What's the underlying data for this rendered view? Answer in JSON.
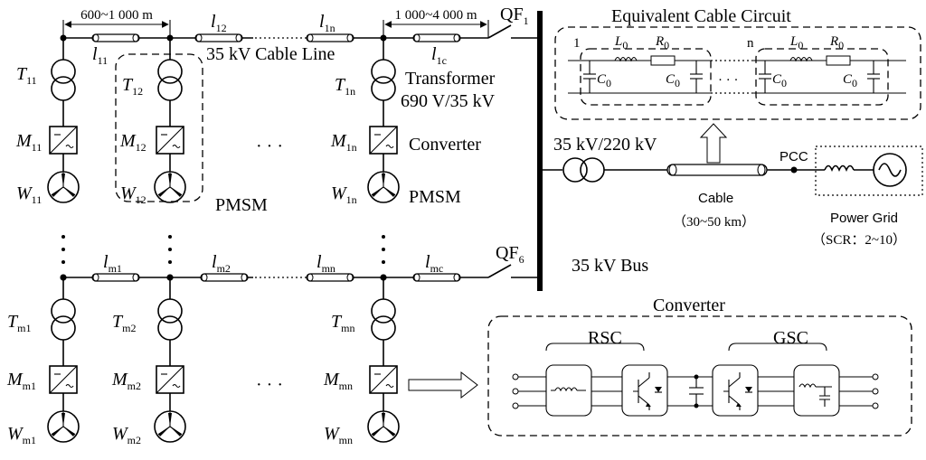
{
  "labels": {
    "dist_left": "600~1 000 m",
    "dist_right": "1 000~4 000 m",
    "qf1_base": "QF",
    "qf1_sub": "1",
    "qf6_base": "QF",
    "qf6_sub": "6",
    "cable_line": "35 kV Cable Line",
    "transformer": "Transformer",
    "transformer_v": "690 V/35 kV",
    "converter": "Converter",
    "pmsm_a": "PMSM",
    "pmsm_b": "PMSM",
    "bus": "35 kV Bus",
    "tr_main": "35 kV/220 kV",
    "pcc": "PCC",
    "cable": "Cable",
    "cable_len": "（30~50 km）",
    "grid": "Power Grid",
    "scr": "（SCR：2~10）",
    "eq_title": "Equivalent Cable Circuit",
    "eq_n1": "1",
    "eq_nn": "n",
    "conv_title": "Converter",
    "rsc": "RSC",
    "gsc": "GSC",
    "dots": "· · ·"
  },
  "symbols": {
    "T": "T",
    "M": "M",
    "W": "W",
    "l": "l",
    "L0": "L",
    "R0": "R",
    "C0": "C",
    "zero": "0",
    "s11": "11",
    "s12": "12",
    "s1n": "1n",
    "sm1": "m1",
    "sm2": "m2",
    "smn": "mn",
    "s1c": "1c",
    "smc": "mc"
  }
}
